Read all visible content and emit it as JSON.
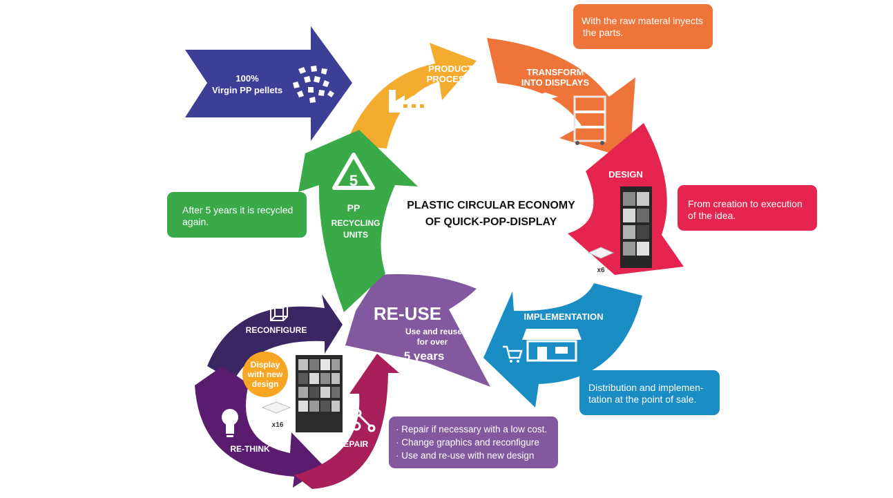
{
  "title_line1": "PLASTIC CIRCULAR ECONOMY",
  "title_line2": "OF QUICK-POP-DISPLAY",
  "colors": {
    "navy": "#3b3f96",
    "yellow": "#f4ac2f",
    "orange": "#ee743a",
    "red": "#e5254f",
    "blue": "#1a8dc5",
    "purple": "#82589f",
    "magenta": "#a91f5c",
    "green": "#3aaa48",
    "dark_purple": "#5a1c6e",
    "navy_purple": "#3b2664",
    "accent_yellow": "#f6a623",
    "accent_red": "#e0242e"
  },
  "stages": {
    "input": {
      "line1": "100%",
      "line2": "Virgin PP pellets",
      "icon": "pellets-icon"
    },
    "production": {
      "line1": "PRODUCTION",
      "line2": "PROCESSING",
      "icon": "factory-icon"
    },
    "transform": {
      "line1": "TRANSFORM",
      "line2": "INTO DISPLAYS",
      "icon": "display-shelf-icon"
    },
    "design": {
      "label": "DESIGN",
      "qty": "x6",
      "icon": "display-tower-icon"
    },
    "implementation": {
      "label": "IMPLEMENTATION",
      "icon": "store-icon"
    },
    "reuse": {
      "label": "RE-USE",
      "line1": "Use and reuse",
      "line2": "for over",
      "line3": "5 years"
    },
    "recycling": {
      "number": "5",
      "code": "PP",
      "line1": "RECYCLING",
      "line2": "UNITS",
      "icon": "recycle-icon"
    },
    "reconfigure": {
      "label": "RECONFIGURE",
      "icon": "cube-icon"
    },
    "rethink": {
      "label": "RE-THINK",
      "icon": "lightbulb-icon"
    },
    "repair": {
      "label": "REPAIR",
      "icon": "wrench-icon"
    },
    "new_design": {
      "line1": "Display",
      "line2": "with new",
      "line3": "design",
      "qty": "x16"
    }
  },
  "notes": {
    "orange": {
      "line1": "With the raw materal inyects",
      "line2": "the parts."
    },
    "red": {
      "line1": "From creation to execution",
      "line2": "of the idea."
    },
    "blue": {
      "line1": "Distribution and implemen-",
      "line2": "tation at the point of sale."
    },
    "green": {
      "line1": "After 5 years it is recycled",
      "line2": "again."
    },
    "purple": {
      "line1": "· Repair if necessary with a low cost.",
      "line2": "· Change graphics and reconfigure",
      "line3": "· Use and re-use with new design"
    }
  }
}
